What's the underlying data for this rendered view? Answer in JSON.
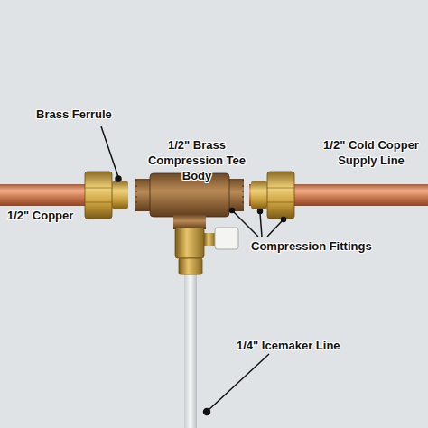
{
  "diagram": {
    "labels": [
      "Brass Ferrule",
      "1/2\" Brass Compression Tee Body",
      "1/2\" Cold Copper Supply Line",
      "1/2\" Copper",
      "Compression Fittings",
      "1/4\" Icemaker Line"
    ]
  }
}
